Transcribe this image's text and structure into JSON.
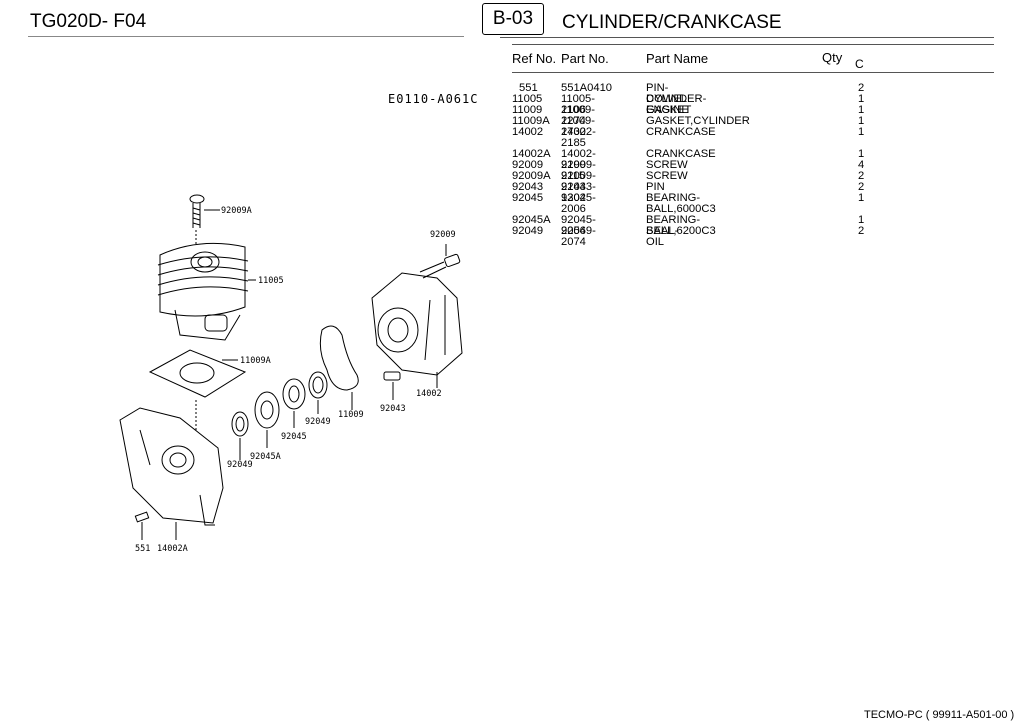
{
  "header": {
    "model": "TG020D- F04",
    "section": "B-03",
    "title": "CYLINDER/CRANKCASE"
  },
  "table": {
    "columns": {
      "ref": "Ref No.",
      "part": "Part No.",
      "name": "Part Name",
      "qty": "Qty",
      "c": "C"
    },
    "rows": [
      {
        "ref": "551",
        "part": "551A0410",
        "name": "PIN-DOWEL",
        "qty": "2"
      },
      {
        "ref": "11005",
        "part": "11005-2106",
        "name": "CYLINDER-ENGINE",
        "qty": "1"
      },
      {
        "ref": "11009",
        "part": "11009-2274",
        "name": "GASKET",
        "qty": "1"
      },
      {
        "ref": "11009A",
        "part": "11009-2732",
        "name": "GASKET,CYLINDER",
        "qty": "1"
      },
      {
        "ref": "14002",
        "part": "14002-2185",
        "name": "CRANKCASE",
        "qty": "1"
      },
      {
        "ref": "14002A",
        "part": "14002-2199",
        "name": "CRANKCASE",
        "qty": "1"
      },
      {
        "ref": "92009",
        "part": "92009-2115",
        "name": "SCREW",
        "qty": "4"
      },
      {
        "ref": "92009A",
        "part": "92009-2143",
        "name": "SCREW",
        "qty": "2"
      },
      {
        "ref": "92043",
        "part": "92043-1302",
        "name": "PIN",
        "qty": "2"
      },
      {
        "ref": "92045",
        "part": "92045-2006",
        "name": "BEARING-BALL,6000C3",
        "qty": "1"
      },
      {
        "ref": "92045A",
        "part": "92045-2056",
        "name": "BEARING-BALL,6200C3",
        "qty": "1"
      },
      {
        "ref": "92049",
        "part": "92049-2074",
        "name": "SEAL-OIL",
        "qty": "2"
      }
    ]
  },
  "diagram": {
    "code": "E0110-A061C",
    "labels": {
      "l92009A": "92009A",
      "l11005": "11005",
      "l92009": "92009",
      "l11009A": "11009A",
      "l14002": "14002",
      "l92043": "92043",
      "l11009": "11009",
      "l92049a": "92049",
      "l92045": "92045",
      "l92045A": "92045A",
      "l92049b": "92049",
      "l551": "551",
      "l14002A": "14002A"
    }
  },
  "footer": {
    "text": "TECMO-PC  ( 99911-A501-00 )"
  }
}
